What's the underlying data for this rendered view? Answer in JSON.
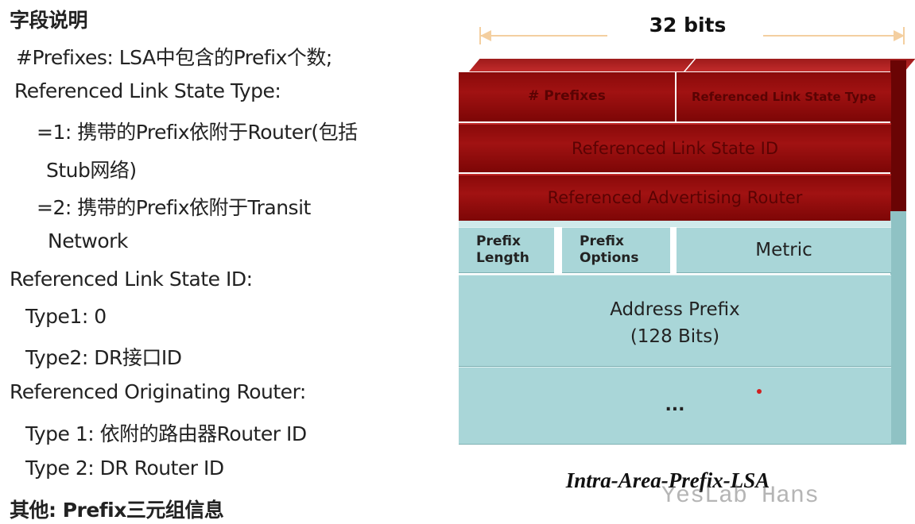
{
  "left_text": {
    "heading": "字段说明",
    "prefixes": "#Prefixes: LSA中包含的Prefix个数;",
    "ref_ls_type": "Referenced Link State Type:",
    "type_eq1_a": "=1: 携带的Prefix依附于Router(包括",
    "type_eq1_b": "Stub网络)",
    "type_eq2_a": "=2: 携带的Prefix依附于Transit",
    "type_eq2_b": "Network",
    "ref_ls_id": "Referenced Link State ID:",
    "ls_id_type1": "Type1:  0",
    "ls_id_type2": "Type2: DR接口ID",
    "ref_orig_router": "Referenced Originating Router:",
    "orig_type1": "Type 1: 依附的路由器Router ID",
    "orig_type2": "Type 2: DR Router ID",
    "other": "其他:  Prefix三元组信息"
  },
  "diagram": {
    "width_label": "32 bits",
    "rows": {
      "prefixes": "# Prefixes",
      "ref_ls_type": "Referenced Link State Type",
      "ref_ls_id": "Referenced Link State ID",
      "ref_adv_router": "Referenced Advertising Router",
      "prefix_length": "Prefix\nLength",
      "prefix_options": "Prefix\nOptions",
      "metric": "Metric",
      "address_prefix": "Address Prefix",
      "address_prefix_bits": "(128 Bits)",
      "ellipsis": "..."
    },
    "caption": "Intra-Area-Prefix-LSA",
    "watermark": "YesLab Hans"
  },
  "colors": {
    "red_field": "#a11212",
    "teal_field": "#a9d6d8"
  }
}
